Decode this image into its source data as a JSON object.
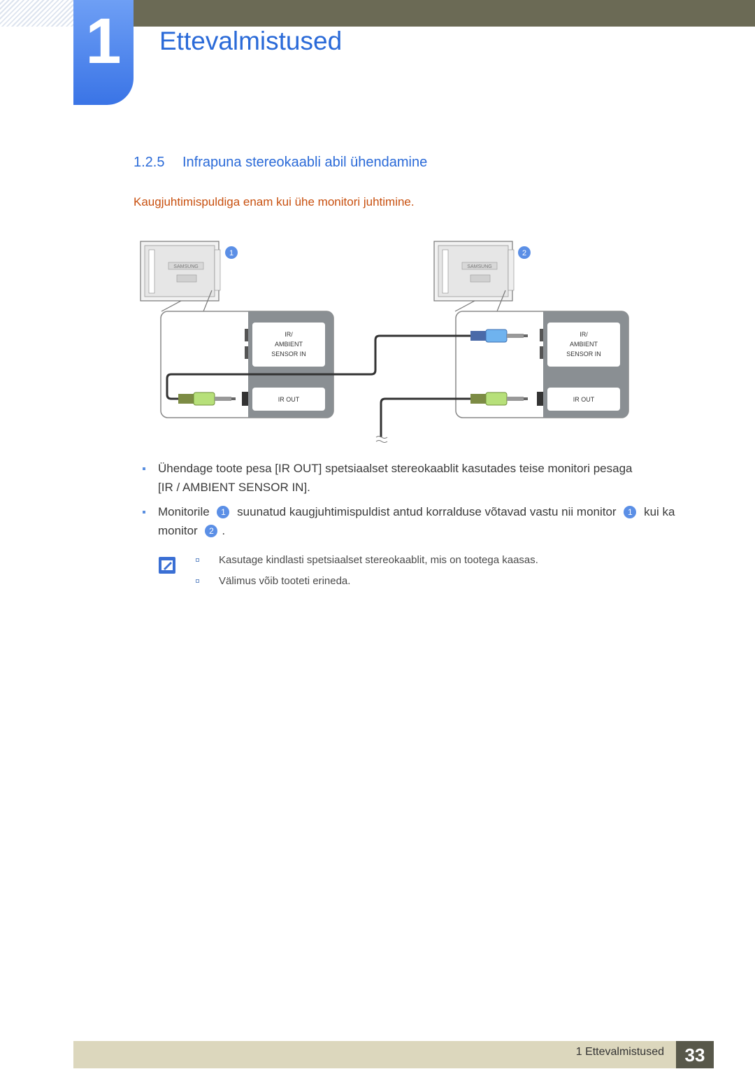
{
  "chapter": {
    "number": "1",
    "title": "Ettevalmistused"
  },
  "section": {
    "number": "1.2.5",
    "title": "Infrapuna stereokaabli abil ühendamine"
  },
  "subsection": {
    "title": "Kaugjuhtimispuldiga enam kui ühe monitori juhtimine."
  },
  "diagram": {
    "monitor_1_badge": "1",
    "monitor_2_badge": "2",
    "brand": "SAMSUNG",
    "port_in_line1": "IR/",
    "port_in_line2": "AMBIENT",
    "port_in_line3": "SENSOR IN",
    "port_out": "IR OUT"
  },
  "bullets": {
    "b1_line1": "Ühendage toote pesa [IR OUT] spetsiaalset stereokaablit kasutades teise monitori pesaga",
    "b1_line2": "[IR / AMBIENT SENSOR IN].",
    "b2_part1": "Monitorile",
    "b2_badge1": "1",
    "b2_part2": "suunatud kaugjuhtimispuldist antud korralduse võtavad vastu nii monitor",
    "b2_badge2": "1",
    "b2_part3": "kui ka",
    "b2_part4": "monitor",
    "b2_badge3": "2",
    "b2_part5": "."
  },
  "notes": [
    "Kasutage kindlasti spetsiaalset stereokaablit, mis on tootega kaasas.",
    "Välimus võib tooteti erineda."
  ],
  "footer": {
    "label": "1 Ettevalmistused",
    "page": "33"
  },
  "colors": {
    "accent_blue": "#2a6ad8",
    "subtitle_orange": "#c8500f",
    "header_bar": "#6b6a55",
    "footer_bar": "#dcd7bd"
  }
}
